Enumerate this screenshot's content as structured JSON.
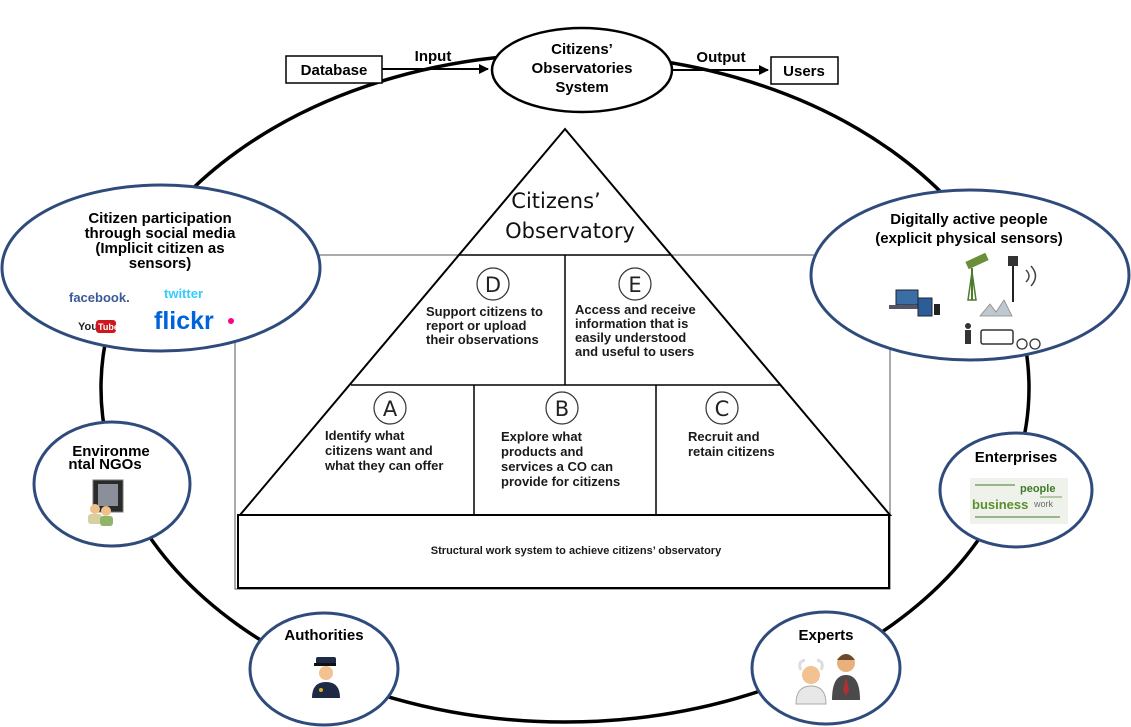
{
  "flow": {
    "database": "Database",
    "input": "Input",
    "system_lines": [
      "Citizens’",
      "Observatories",
      "System"
    ],
    "output": "Output",
    "users": "Users"
  },
  "nodes": {
    "social_media": {
      "title_lines": [
        "Citizen participation",
        "through social media",
        "(Implicit citizen as",
        "sensors)"
      ],
      "logos": [
        "facebook.",
        "twitter",
        "You",
        "Tube",
        "flickr"
      ],
      "icon": "social-media-logos-icon"
    },
    "digitally_active": {
      "title_lines": [
        "Digitally active people",
        "(explicit physical sensors)"
      ],
      "icon": "physical-sensors-icon"
    },
    "ngos": {
      "title_lines": [
        "Environme",
        "ntal NGOs"
      ],
      "icon": "ngo-people-icon"
    },
    "enterprises": {
      "title": "Enterprises",
      "cloud_words": [
        "people",
        "business",
        "work"
      ],
      "icon": "word-cloud-icon"
    },
    "authorities": {
      "title": "Authorities",
      "icon": "police-officer-icon"
    },
    "experts": {
      "title": "Experts",
      "icon": "experts-icon"
    }
  },
  "pyramid": {
    "title_lines": [
      "Citizens’",
      "Observatory"
    ],
    "blocks": {
      "D": {
        "letter": "D",
        "lines": [
          "Support citizens to",
          "report or upload",
          "their observations"
        ]
      },
      "E": {
        "letter": "E",
        "lines": [
          "Access and receive",
          "information that is",
          "easily understood",
          "and useful to users"
        ]
      },
      "A": {
        "letter": "A",
        "lines": [
          "Identify what",
          "citizens want and",
          "what they can offer"
        ]
      },
      "B": {
        "letter": "B",
        "lines": [
          "Explore what",
          "products and",
          "services a CO can",
          "provide for citizens"
        ]
      },
      "C": {
        "letter": "C",
        "lines": [
          "Recruit and",
          "retain citizens"
        ]
      }
    },
    "base": "Structural work system to achieve citizens’ observatory"
  },
  "colors": {
    "node_fill": "#ffffff",
    "node_stroke": "#2f4b7c",
    "outline": "#000000",
    "facebook": "#3b5998",
    "twitter": "#33ccff",
    "youtube_red": "#cc181e",
    "flickr_blue": "#0063dc",
    "flickr_pink": "#ff0084",
    "cloud_green": "#5a8f2e"
  }
}
